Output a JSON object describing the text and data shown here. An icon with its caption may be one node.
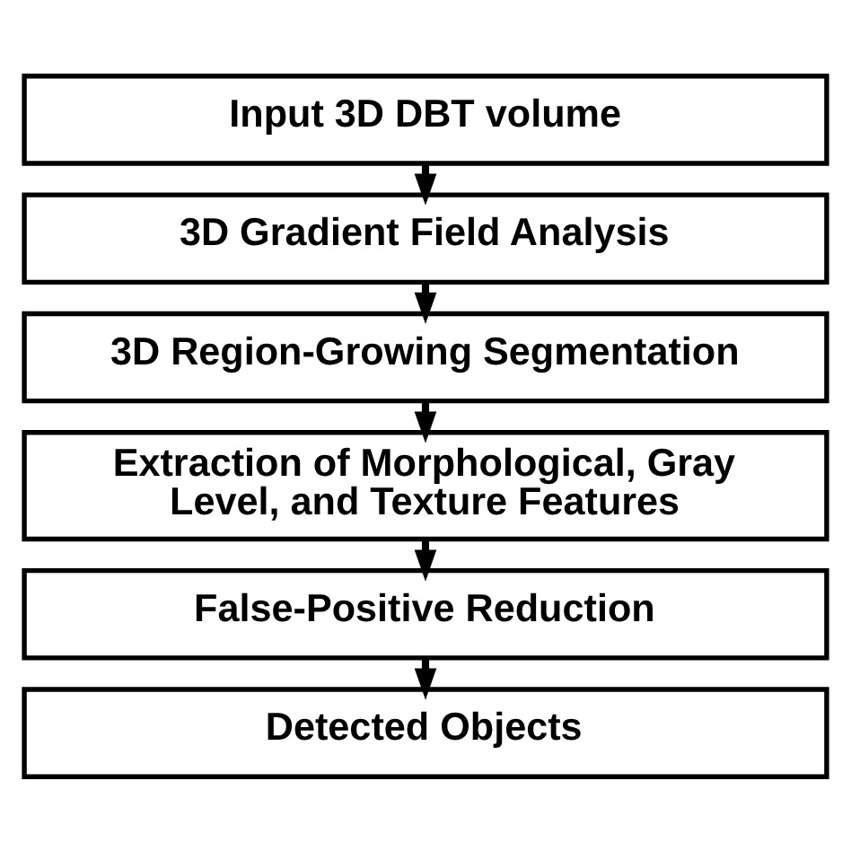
{
  "diagram": {
    "nodes": [
      {
        "text": [
          "Input 3D DBT volume"
        ]
      },
      {
        "text": [
          "3D Gradient Field Analysis"
        ]
      },
      {
        "text": [
          "3D Region-Growing Segmentation"
        ]
      },
      {
        "text": [
          "Extraction of Morphological, Gray Level, and Texture Features"
        ]
      },
      {
        "text": [
          "False-Positive Reduction"
        ]
      },
      {
        "text": [
          "Detected Objects"
        ]
      }
    ],
    "edges": [
      {
        "from": 0,
        "to": 1,
        "arrow": "to"
      },
      {
        "from": 1,
        "to": 2,
        "arrow": "to"
      },
      {
        "from": 2,
        "to": 3,
        "arrow": "to"
      },
      {
        "from": 3,
        "to": 4,
        "arrow": "to"
      },
      {
        "from": 4,
        "to": 5,
        "arrow": "to"
      }
    ]
  }
}
